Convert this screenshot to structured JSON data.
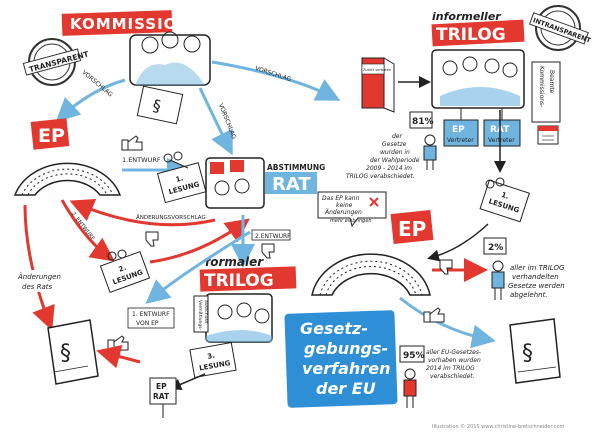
{
  "bodies": {
    "kommission": "KOMMISSION",
    "ep_left": "EP",
    "rat_center_heading": "ABSTIMMUNG",
    "rat_center": "RAT",
    "formaler": "formaler",
    "trilog_formal": "TRILOG",
    "informeller": "informeller",
    "trilog_informal": "TRILOG",
    "ep_right": "EP"
  },
  "stamps": {
    "transparent": "TRANSPARENT",
    "intransparent": "INTRANSPARENT"
  },
  "arrows": {
    "vorschlag_left": "VORSCHLAG",
    "vorschlag_center": "VORSCHLAG",
    "vorschlag_right": "VORSCHLAG",
    "entwurf1": "1.ENTWURF",
    "aenderungsvorschlag": "ÄNDERUNGSVORSCHLAG",
    "entwurf2_left": "2. ENTWURF",
    "entwurf2_center": "2.ENTWURF",
    "entwurf1_ep": [
      "1. ENTWURF",
      "VON EP"
    ]
  },
  "notes": {
    "aenderungen_rat": [
      "Änderungen",
      "des Rats"
    ],
    "ep_rat_sign": [
      "EP",
      "RAT"
    ],
    "vermittlung_sign": [
      "Vermittlungs-",
      "ausschuss"
    ],
    "ep_cannot": [
      "Das EP kann",
      "keine",
      "Änderungen",
      "mehr einbringen"
    ],
    "ep_vertreter": [
      "EP",
      "Vertreter"
    ],
    "rat_vertreter": [
      "RAT",
      "Vertreter"
    ],
    "kommissions_beamte": [
      "Kommissions-",
      "Beamte"
    ],
    "door_sign": "Zutritt verboten",
    "stat_81": "81%",
    "stat_81_text": [
      "der",
      "Gesetze",
      "wurden in",
      "der Wahlperiode",
      "2009 - 2014 im",
      "TRILOG verabschiedet."
    ],
    "stat_2": "2%",
    "stat_2_text": [
      "aller im TRILOG",
      "verhandelten",
      "Gesetze werden",
      "abgelehnt."
    ],
    "stat_95": "95%",
    "stat_95_text": [
      "aller EU-Gesetzes-",
      "vorhaben wurden",
      "2014 im TRILOG",
      "verabschiedet."
    ],
    "lesung1": [
      "1.",
      "LESUNG"
    ],
    "lesung2": [
      "2.",
      "LESUNG"
    ],
    "lesung3": [
      "3.",
      "LESUNG"
    ],
    "law_symbol": "§"
  },
  "title_box": [
    "Gesetz-",
    "gebungs-",
    "verfahren",
    "der EU"
  ],
  "credit": "Illustration © 2015 www.christine-bretschneider.com",
  "colors": {
    "red": "#e2382f",
    "blue": "#6fb5e0",
    "dark": "#222222",
    "title_bg": "#2f8fd6"
  }
}
